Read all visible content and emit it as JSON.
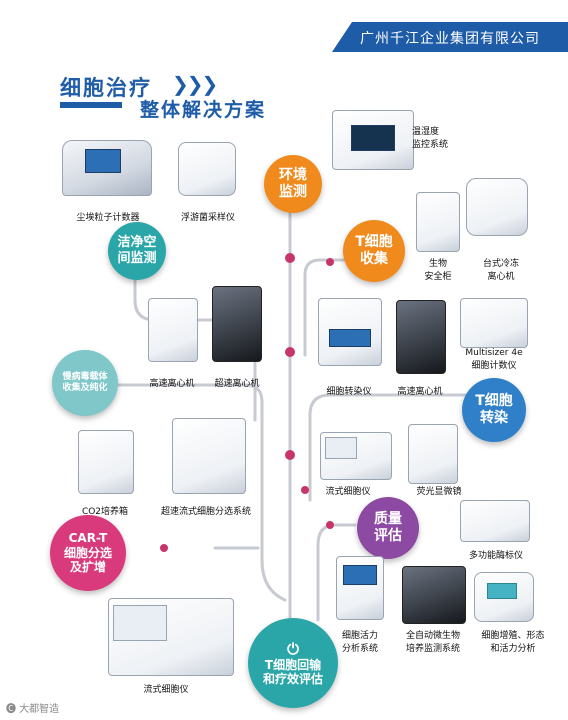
{
  "header": {
    "company": "广州千江企业集团有限公司"
  },
  "title": {
    "line1": "细胞治疗",
    "chevrons": "❯❯❯",
    "line2": "整体解决方案"
  },
  "bubbles": {
    "environment": "环境\n监测",
    "clean_space": "洁净空\n间监测",
    "tcell_collect": "T细胞\n收集",
    "virus_vector": "慢病毒载体\n收集及纯化",
    "tcell_transfect": "T细胞\n转染",
    "quality": "质量\n评估",
    "cart": "CAR-T\n细胞分选\n及扩增",
    "reinfusion_icon": "⏻",
    "reinfusion": "T细胞回输\n和疗效评估"
  },
  "labels": {
    "dust_counter": "尘埃粒子计数器",
    "airborne_sampler": "浮游菌采样仪",
    "temp_humidity": "温湿度\n监控系统",
    "biosafety": "生物\n安全柜",
    "benchtop_centrifuge": "台式冷冻\n离心机",
    "hs_centrifuge_1": "高速离心机",
    "ultra_centrifuge": "超速离心机",
    "cell_transfector": "细胞转染仪",
    "hs_centrifuge_2": "高速离心机",
    "multisizer": "Multisizer 4e\n细胞计数仪",
    "co2_incubator": "CO2培养箱",
    "sorter": "超速流式细胞分选系统",
    "flow_cytometer_1": "流式细胞仪",
    "fluor_microscope": "荧光显微镜",
    "plate_reader": "多功能酶标仪",
    "viability": "细胞活力\n分析系统",
    "auto_culture": "全自动微生物\n培养监测系统",
    "proliferation": "细胞增殖、形态\n和活力分析",
    "flow_cytometer_2": "流式细胞仪"
  },
  "watermark": "🅒 大都智造",
  "colors": {
    "brand_blue": "#1f5ca8",
    "teal": "#2aa6a8",
    "orange": "#f08a1c",
    "pink": "#d93a7c",
    "purple": "#8c4aa3",
    "blue": "#2f80c9",
    "line": "#c7cbd1",
    "dot": "#c8356a"
  }
}
